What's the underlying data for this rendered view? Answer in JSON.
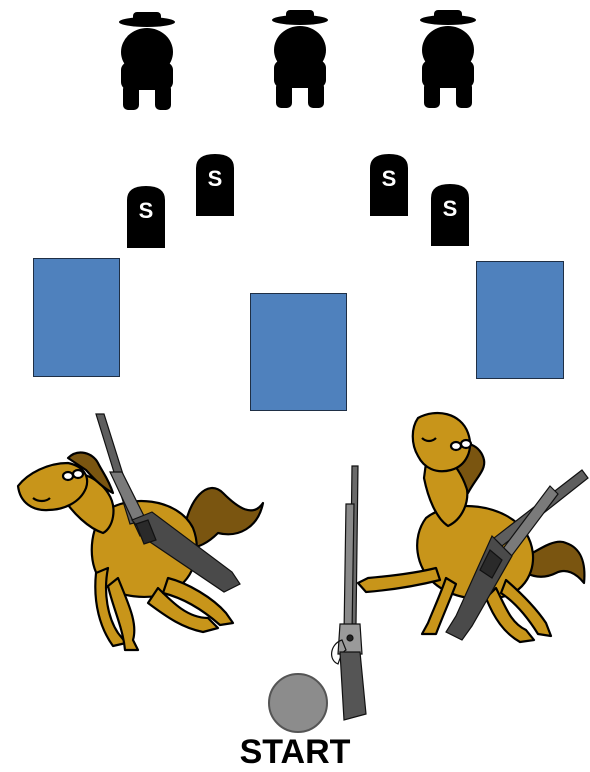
{
  "scene": {
    "bandits": [
      {
        "name": "bandit-silhouette-left"
      },
      {
        "name": "bandit-silhouette-center"
      },
      {
        "name": "bandit-silhouette-right"
      }
    ],
    "tombstone_letter": "S",
    "panel_color": "#4f81bd",
    "horse_color": "#c8951a",
    "start_label": "START"
  }
}
